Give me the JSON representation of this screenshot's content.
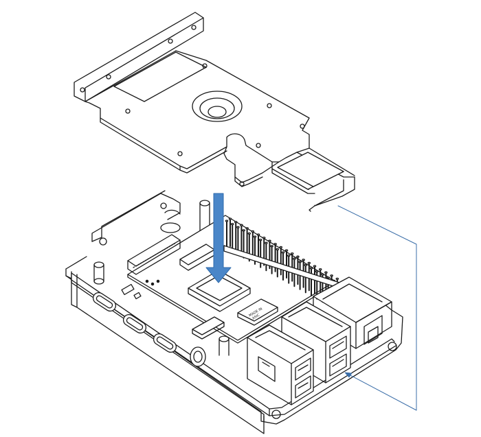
{
  "diagram": {
    "kind": "exploded assembly illustration",
    "components": [
      "top-plate-heatsink",
      "case-base",
      "circuit-board",
      "gpio-header",
      "usb-ports",
      "ethernet-port",
      "micro-hdmi-ports",
      "usb-c-port",
      "cpu-chip",
      "memory-chip"
    ],
    "colors": {
      "line": "#1a1a1a",
      "arrow": "#4a86c8",
      "arrow_outline": "#2f6aab",
      "leader": "#3b6ea8",
      "background": "#ffffff"
    },
    "board_markings": [
      "MADE IN",
      "ASIC"
    ]
  }
}
